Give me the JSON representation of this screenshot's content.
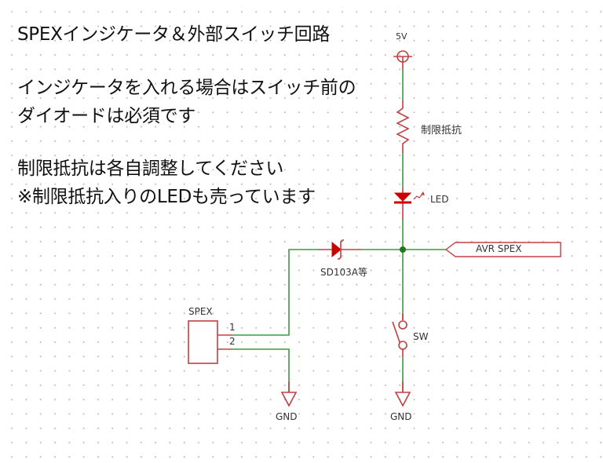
{
  "notes": {
    "title": "SPEXインジケータ＆外部スイッチ回路",
    "line1": "インジケータを入れる場合はスイッチ前の",
    "line2": "ダイオードは必須です",
    "line3": "制限抵抗は各自調整してください",
    "line4": "※制限抵抗入りのLEDも売っています"
  },
  "schematic": {
    "power_label": "5V",
    "resistor_label": "制限抵抗",
    "led_label": "LED",
    "net_label": "AVR SPEX",
    "diode_label": "SD103A等",
    "connector_label": "SPEX",
    "pin1": "1",
    "pin2": "2",
    "switch_label": "SW",
    "gnd_left": "GND",
    "gnd_right": "GND"
  },
  "colors": {
    "component": "#c04040",
    "wire": "#3c9a3c",
    "junction": "#1a7a1a",
    "fill": "#cc0000"
  }
}
